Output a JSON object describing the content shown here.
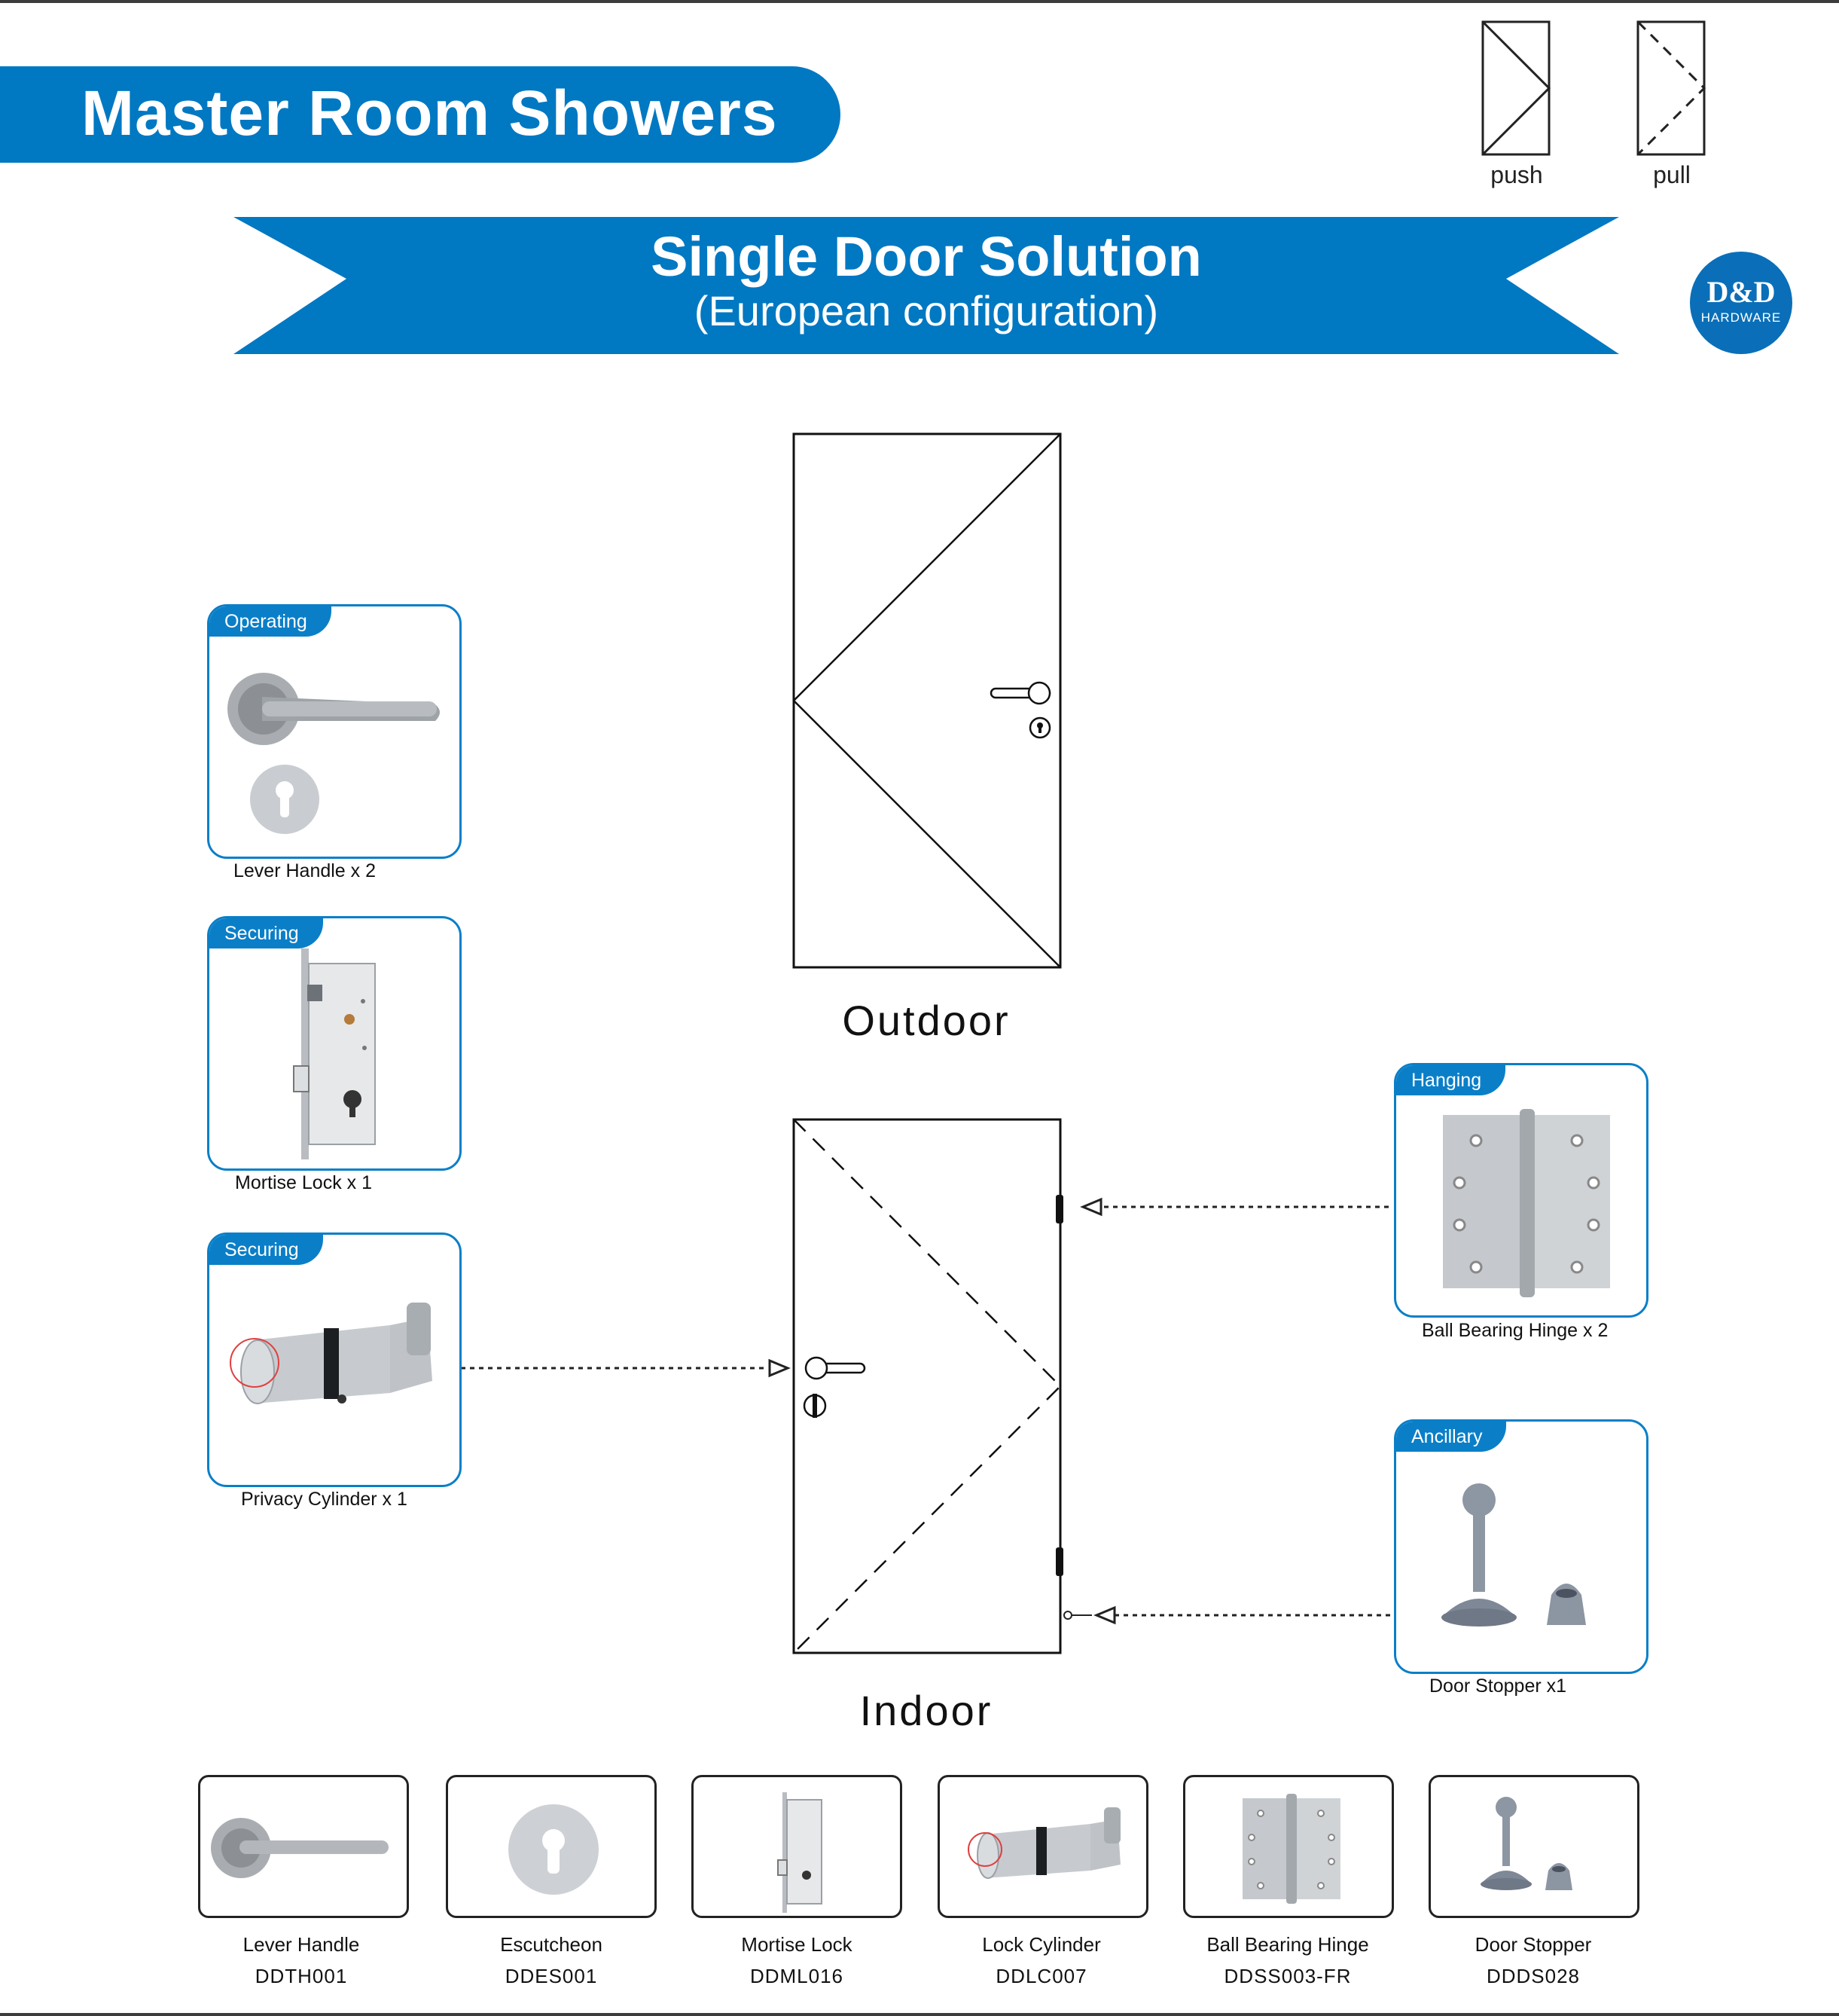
{
  "header": {
    "title": "Master Room Showers",
    "subtitle_main": "Single Door Solution",
    "subtitle_config": "(European configuration)"
  },
  "logo": {
    "main": "D&D",
    "sub": "HARDWARE"
  },
  "legend": {
    "push_label": "push",
    "pull_label": "pull"
  },
  "doors": {
    "outdoor_label": "Outdoor",
    "indoor_label": "Indoor"
  },
  "cards": {
    "operating": {
      "tag": "Operating",
      "caption": "Lever Handle x 2"
    },
    "mortise": {
      "tag": "Securing",
      "caption": "Mortise Lock x 1"
    },
    "cylinder": {
      "tag": "Securing",
      "caption": "Privacy Cylinder x 1"
    },
    "hinge": {
      "tag": "Hanging",
      "caption": "Ball Bearing Hinge x 2"
    },
    "stopper": {
      "tag": "Ancillary",
      "caption": "Door Stopper x1"
    }
  },
  "products": [
    {
      "name": "Lever Handle",
      "code": "DDTH001",
      "icon": "lever-handle-icon"
    },
    {
      "name": "Escutcheon",
      "code": "DDES001",
      "icon": "escutcheon-icon"
    },
    {
      "name": "Mortise Lock",
      "code": "DDML016",
      "icon": "mortise-lock-icon"
    },
    {
      "name": "Lock Cylinder",
      "code": "DDLC007",
      "icon": "lock-cylinder-icon"
    },
    {
      "name": "Ball Bearing Hinge",
      "code": "DDSS003-FR",
      "icon": "hinge-icon"
    },
    {
      "name": "Door Stopper",
      "code": "DDDS028",
      "icon": "door-stopper-icon"
    }
  ],
  "colors": {
    "brand_blue": "#0078c2",
    "card_border": "#0a7fc8",
    "logo_blue": "#0a6fb8"
  }
}
